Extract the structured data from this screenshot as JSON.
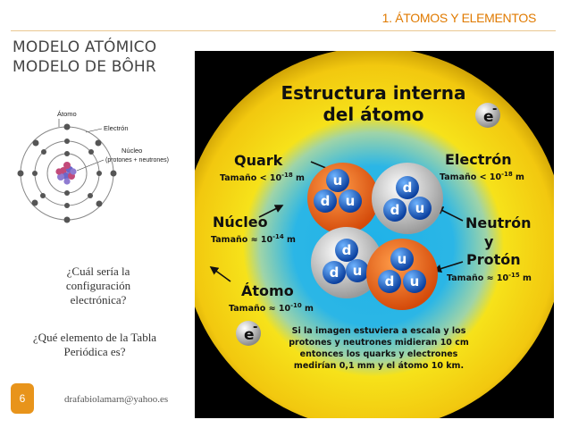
{
  "header": {
    "section_title": "1. ÁTOMOS Y ELEMENTOS",
    "title_line1": "MODELO ATÓMICO",
    "title_line2": "MODELO DE BÔHR"
  },
  "bohr_diagram": {
    "atom_label": "Átomo",
    "electron_label": "Electrón",
    "nucleus_label": "Núcleo",
    "nucleus_sub": "(protones + neutrones)"
  },
  "questions": {
    "q1_line1": "¿Cuál sería la",
    "q1_line2": "configuración",
    "q1_line3": "electrónica?",
    "q2_line1": "¿Qué elemento de la Tabla",
    "q2_line2": "Periódica es?"
  },
  "footer": {
    "slide_number": "6",
    "email": "drafabiolamarn@yahoo.es"
  },
  "atom_image": {
    "title_line1": "Estructura interna",
    "title_line2": "del átomo",
    "quark_label": "Quark",
    "quark_size": "Tamaño < 10",
    "quark_exp": "-18",
    "quark_unit": " m",
    "electron_label": "Electrón",
    "electron_size": "Tamaño < 10",
    "electron_exp": "-18",
    "electron_unit": " m",
    "nucleo_label": "Núcleo",
    "nucleo_size": "Tamaño ≈ 10",
    "nucleo_exp": "-14",
    "nucleo_unit": " m",
    "neutron_label": "Neutrón",
    "y_label": "y",
    "proton_label": "Protón",
    "proton_size": "Tamaño ≈ 10",
    "proton_exp": "-15",
    "proton_unit": " m",
    "atomo_label": "Átomo",
    "atomo_size": "Tamaño ≈ 10",
    "atomo_exp": "-10",
    "atomo_unit": " m",
    "electron_symbol": "e",
    "electron_charge": "-",
    "note_line1": "Si la imagen estuviera a escala y los",
    "note_line2": "protones y neutrones midieran 10 cm",
    "note_line3": "entonces los quarks y electrones",
    "note_line4": "medirían 0,1 mm y el átomo 10 km.",
    "up_quark": "u",
    "down_quark": "d"
  }
}
